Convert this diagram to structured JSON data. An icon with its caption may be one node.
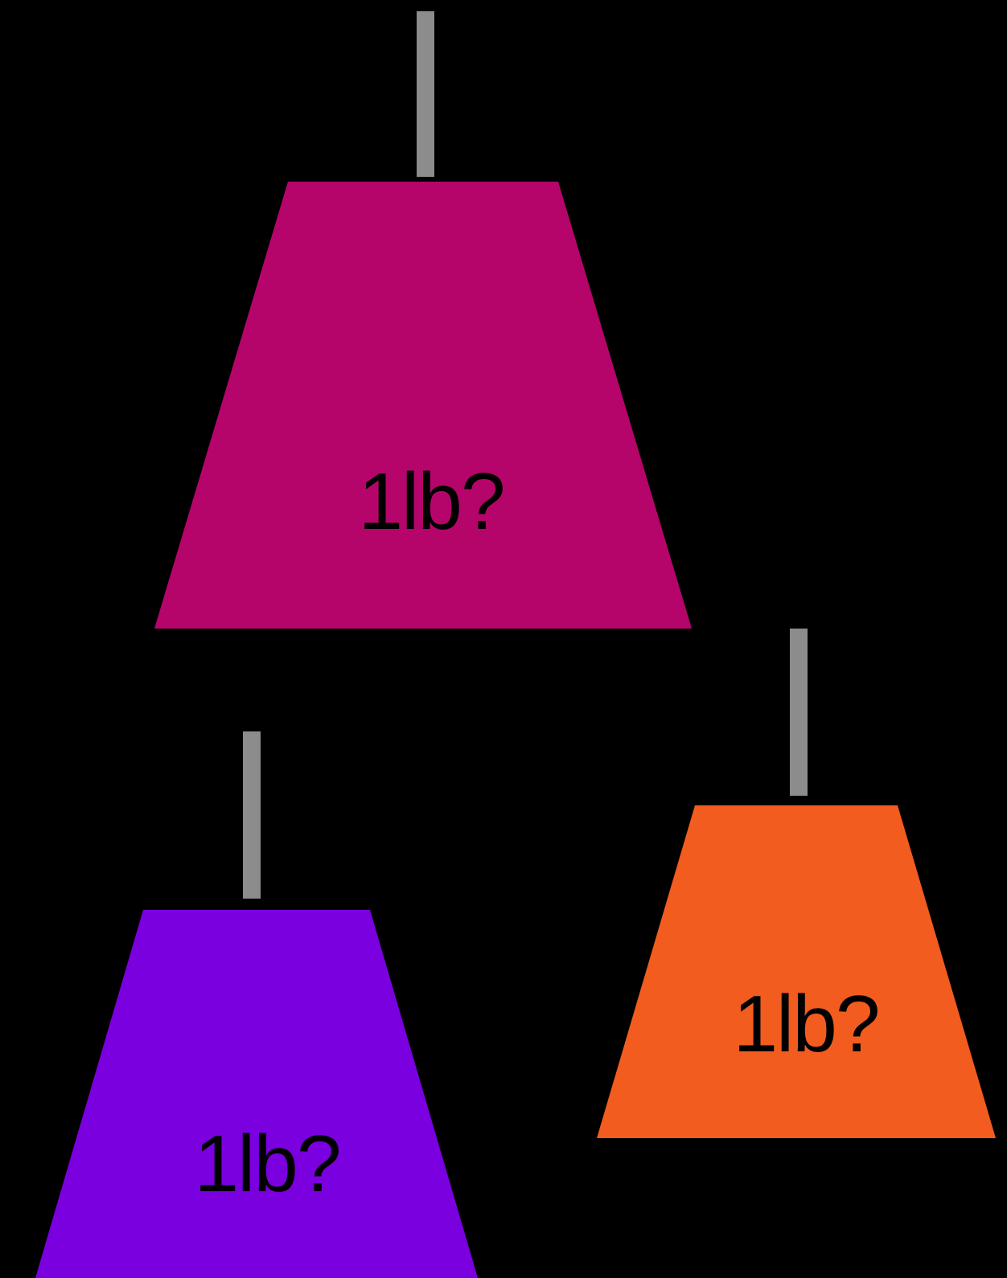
{
  "diagram": {
    "nodes": [
      {
        "text": [
          "1lb?"
        ]
      },
      {
        "text": [
          "1lb?"
        ]
      },
      {
        "text": [
          "1lb?"
        ]
      }
    ]
  }
}
